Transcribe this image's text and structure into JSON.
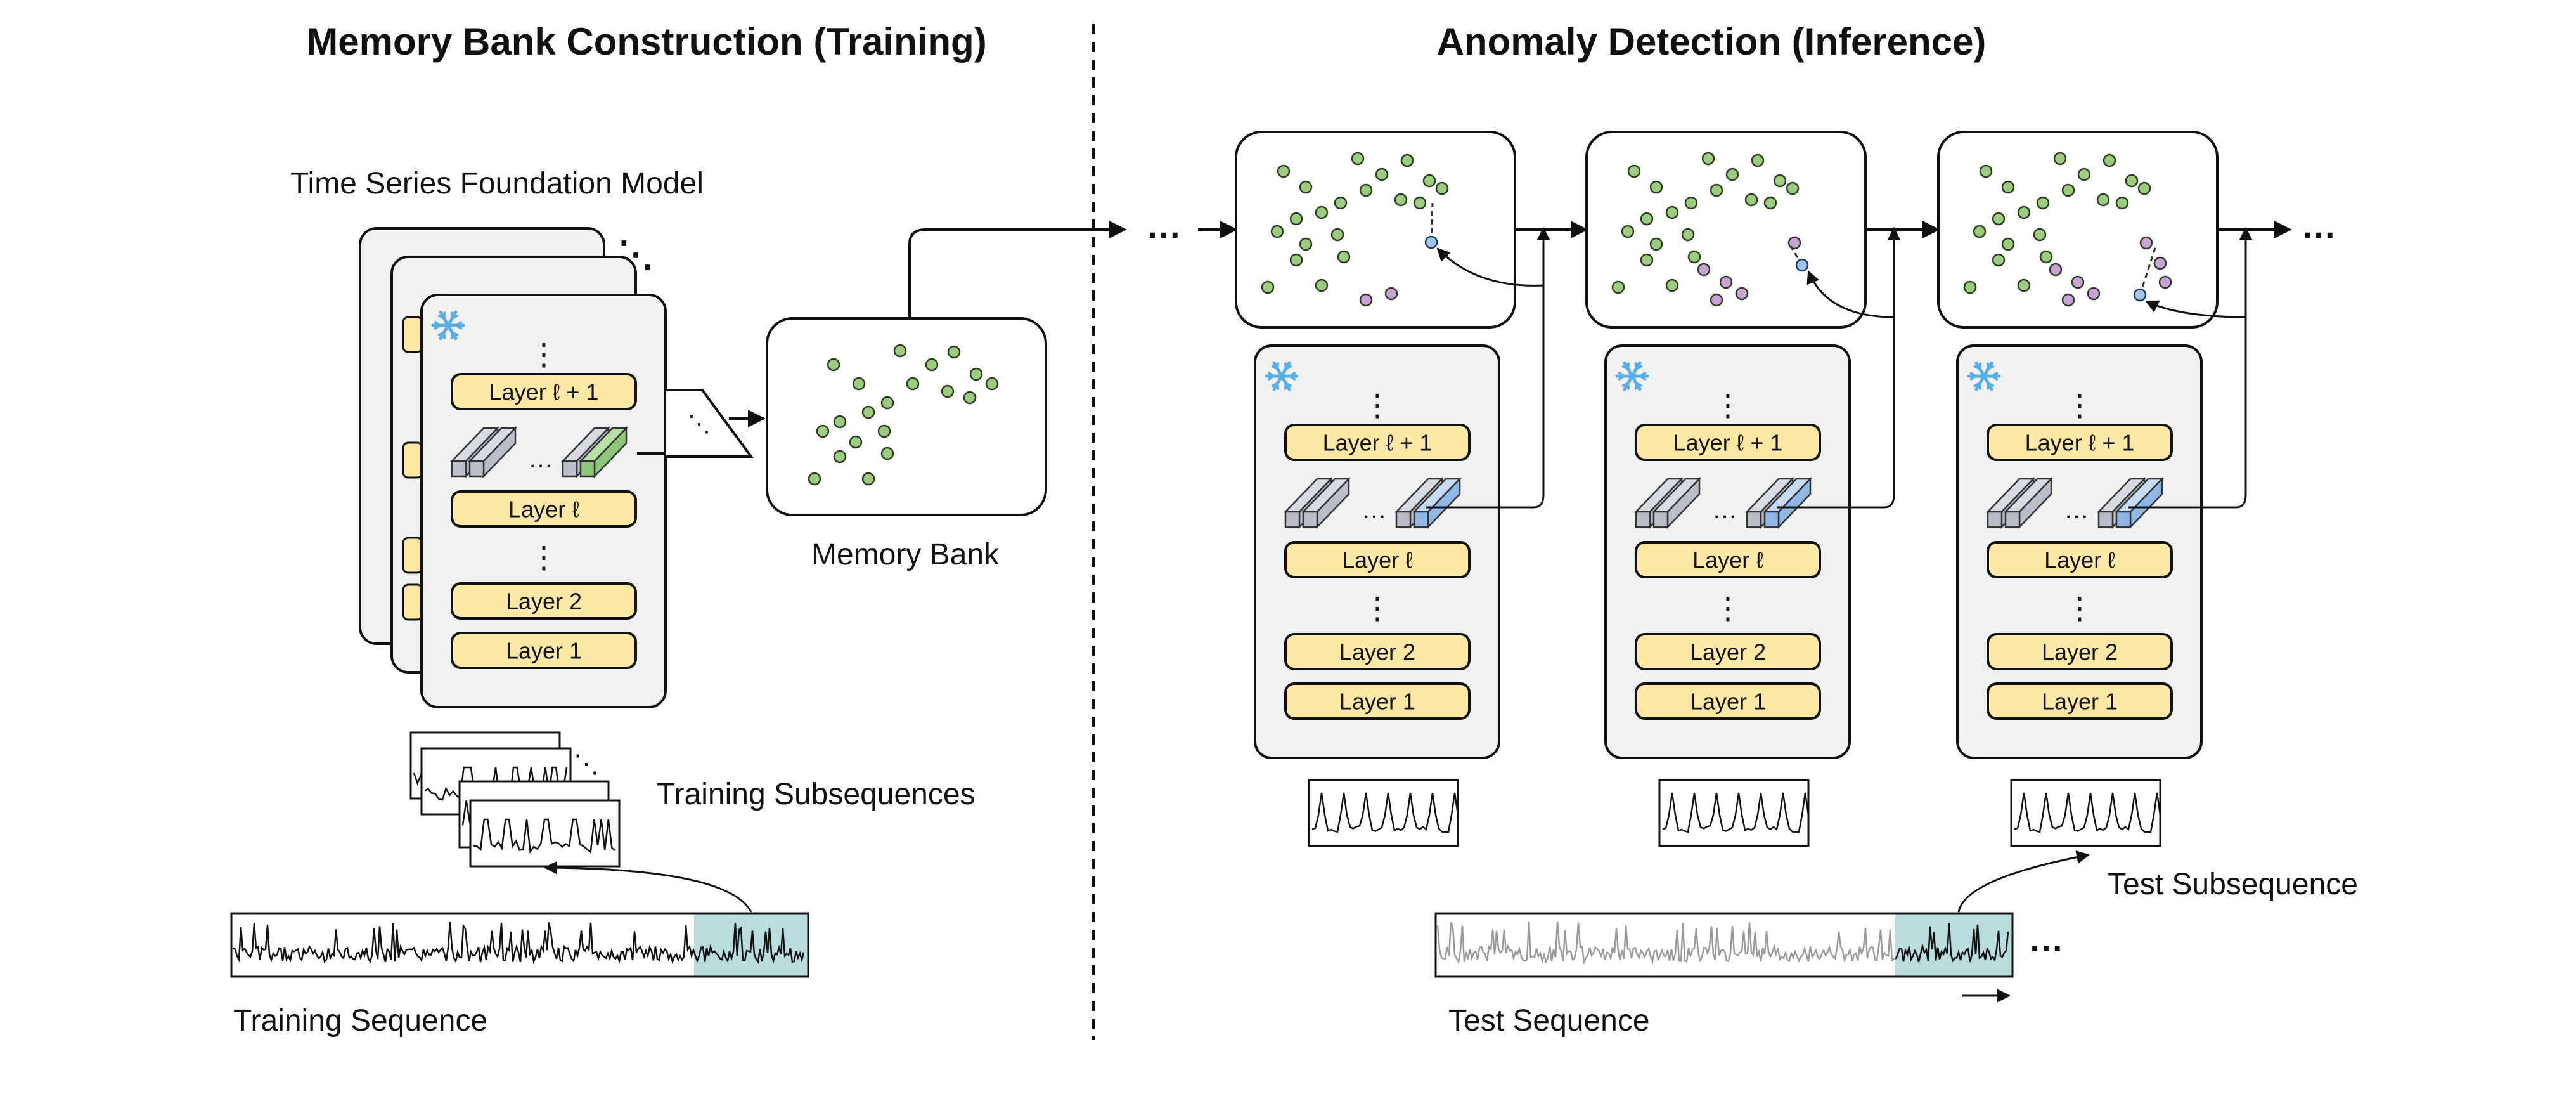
{
  "left_title": "Memory Bank Construction (Training)",
  "right_title": "Anomaly Detection (Inference)",
  "labels": {
    "foundation_model": "Time Series Foundation Model",
    "memory_bank": "Memory Bank",
    "training_subsequences": "Training Subsequences",
    "training_sequence": "Training Sequence",
    "test_subsequence": "Test Subsequence",
    "test_sequence": "Test Sequence"
  },
  "layers": {
    "top": "Layer ℓ + 1",
    "mid": "Layer ℓ",
    "two": "Layer 2",
    "one": "Layer 1"
  },
  "ellipsis": "…",
  "vdots": "⋮",
  "icons": {
    "frozen": "snowflake-icon"
  },
  "colors": {
    "layer_fill": "#fde8a6",
    "model_fill": "#f1f1f1",
    "green_point": "#9ccc7e",
    "purple_point": "#c9a3d8",
    "blue_point": "#9fc3ea",
    "green_embed": "#8cc878",
    "blue_embed": "#8fb8e6",
    "teal_highlight": "#b9dcdc"
  }
}
